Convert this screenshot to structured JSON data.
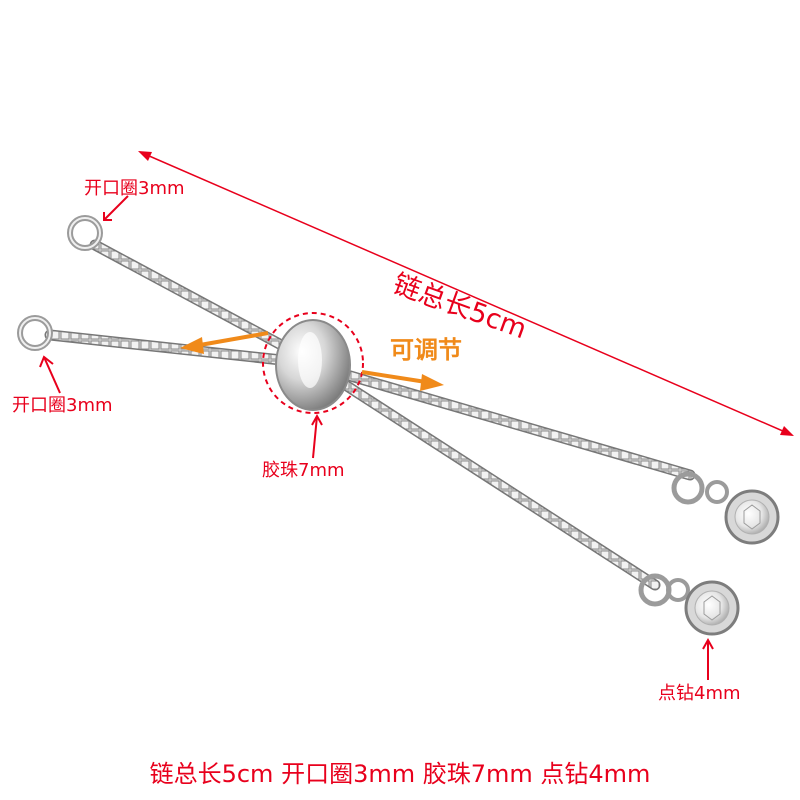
{
  "labels": {
    "open_ring_top": "开口圈3mm",
    "open_ring_left": "开口圈3mm",
    "chain_total": "链总长5cm",
    "adjustable": "可调节",
    "rubber_bead": "胶珠7mm",
    "dot_stone": "点钻4mm"
  },
  "footer": {
    "specs": "链总长5cm   开口圈3mm   胶珠7mm  点钻4mm"
  },
  "colors": {
    "annotation_red": "#e8001c",
    "adjust_orange": "#f08a1a",
    "silver": "#c8c8c8",
    "background": "#ffffff"
  }
}
